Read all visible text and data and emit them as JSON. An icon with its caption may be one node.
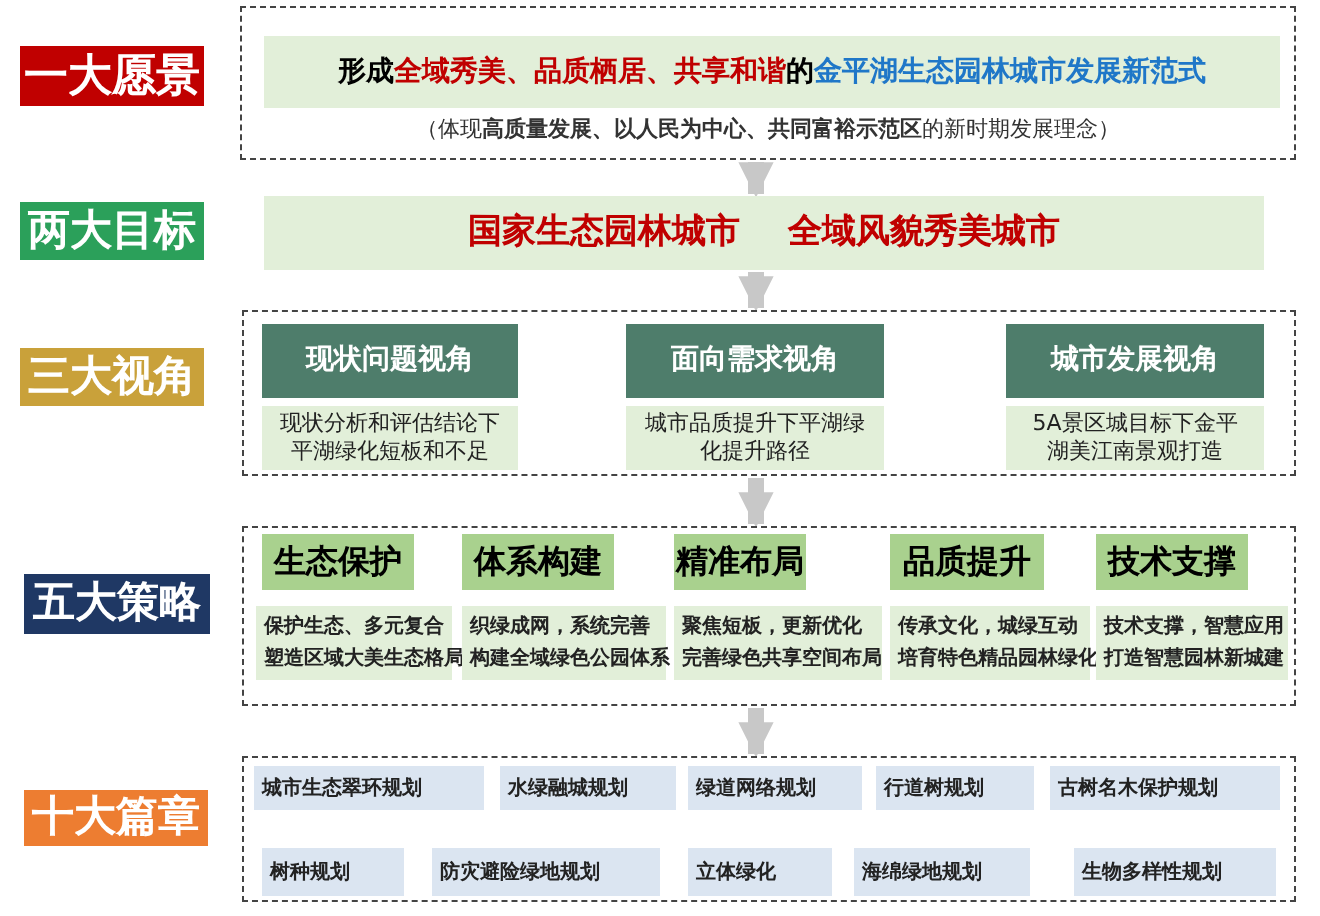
{
  "diagram": {
    "nodes": [
      {
        "text": [
          "一大愿景"
        ]
      },
      {
        "text": [
          "（体现**高质量发展、以人民为中心、共同富裕示范区**的新时期发展理念）"
        ]
      },
      {
        "text": [
          "形成",
          "全域秀美、品质栖居、共享和谐",
          "的",
          "金平湖生态园林城市发展新范式"
        ],
        "in": 1
      },
      {
        "text": [
          "两大目标"
        ]
      },
      {
        "text": [
          "国家生态园林城市",
          "全域风貌秀美城市"
        ]
      },
      {
        "text": [
          "三大视角"
        ]
      },
      {
        "text": [],
        "shape": "box"
      },
      {
        "text": [
          "现状问题视角"
        ],
        "in": 6
      },
      {
        "text": [
          "现状分析和评估结论下平湖绿化短板和不足"
        ],
        "in": 6
      },
      {
        "text": [
          "面向需求视角"
        ],
        "in": 6
      },
      {
        "text": [
          "城市品质提升下平湖绿化提升路径"
        ],
        "in": 6
      },
      {
        "text": [
          "城市发展视角"
        ],
        "in": 6
      },
      {
        "text": [
          "5A景区城目标下金平湖美江南景观打造"
        ],
        "in": 6
      },
      {
        "text": [
          "五大策略"
        ]
      },
      {
        "text": [],
        "shape": "box"
      },
      {
        "text": [
          "生态保护"
        ],
        "in": 14
      },
      {
        "text": [
          "保护生态、多元复合",
          "塑造区域大美生态格局"
        ],
        "in": 14
      },
      {
        "text": [
          "体系构建"
        ],
        "in": 14
      },
      {
        "text": [
          "织绿成网，系统完善",
          "构建全域绿色公园体系"
        ],
        "in": 14
      },
      {
        "text": [
          "精准布局"
        ],
        "in": 14
      },
      {
        "text": [
          "聚焦短板，更新优化",
          "完善绿色共享空间布局"
        ],
        "in": 14
      },
      {
        "text": [
          "品质提升"
        ],
        "in": 14
      },
      {
        "text": [
          "传承文化，城绿互动",
          "培育特色精品园林绿化"
        ],
        "in": 14
      },
      {
        "text": [
          "技术支撑"
        ],
        "in": 14
      },
      {
        "text": [
          "技术支撑，智慧应用",
          "打造智慧园林新城建"
        ],
        "in": 14
      },
      {
        "text": [
          "十大篇章"
        ]
      },
      {
        "text": [],
        "shape": "box"
      },
      {
        "text": [
          "城市生态翠环规划"
        ],
        "in": 26
      },
      {
        "text": [
          "水绿融城规划"
        ],
        "in": 26
      },
      {
        "text": [
          "绿道网络规划"
        ],
        "in": 26
      },
      {
        "text": [
          "行道树规划"
        ],
        "in": 26
      },
      {
        "text": [
          "古树名木保护规划"
        ],
        "in": 26
      },
      {
        "text": [
          "树种规划"
        ],
        "in": 26
      },
      {
        "text": [
          "防灾避险绿地规划"
        ],
        "in": 26
      },
      {
        "text": [
          "立体绿化"
        ],
        "in": 26
      },
      {
        "text": [
          "海绵绿地规划"
        ],
        "in": 26
      },
      {
        "text": [
          "生物多样性规划"
        ],
        "in": 26
      }
    ],
    "edges": [
      {
        "from": 1,
        "to": 4,
        "arrow": "to"
      },
      {
        "from": 4,
        "to": 6,
        "arrow": "to"
      },
      {
        "from": 6,
        "to": 14,
        "arrow": "to"
      },
      {
        "from": 14,
        "to": 26,
        "arrow": "to"
      }
    ]
  }
}
